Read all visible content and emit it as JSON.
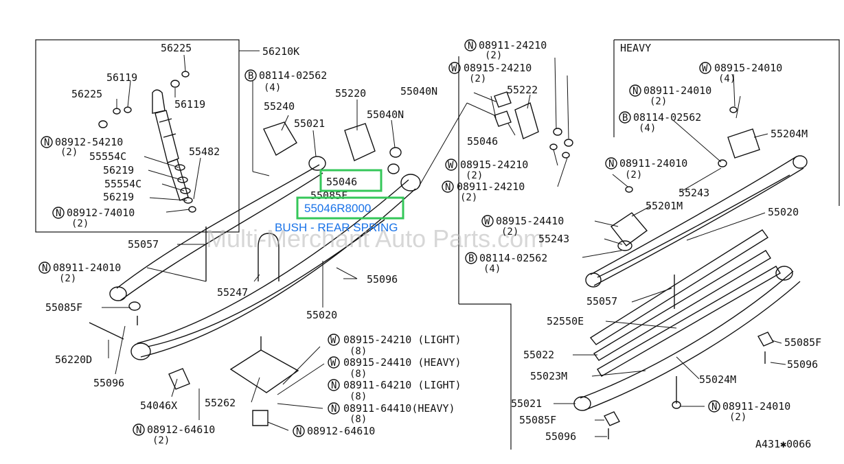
{
  "section_heavy_title": "HEAVY",
  "drawing_code": "A431✱0066",
  "watermark": "Multi-Merchant Auto Parts.com",
  "highlight": {
    "part_number": "55046R8000",
    "caption": "BUSH - REAR SPRING",
    "callout": "55046"
  },
  "labels": [
    "56225",
    "56210K",
    "56119",
    "56225",
    "56119",
    "08912-54210",
    "(2)",
    "55554C",
    "55482",
    "56219",
    "55554C",
    "56219",
    "08912-74010",
    "(2)",
    "55057",
    "08911-24010",
    "(2)",
    "55247",
    "55085F",
    "56220D",
    "55096",
    "54046X",
    "55262",
    "08912-64610",
    "(2)",
    "08912-64610",
    "08114-02562",
    "(4)",
    "55240",
    "55021",
    "55220",
    "55040N",
    "55085F",
    "55096",
    "55020",
    "08911-24210",
    "(2)",
    "08915-24210",
    "(2)",
    "55040N",
    "55222",
    "55046",
    "08915-24210",
    "(2)",
    "08911-24210",
    "(2)",
    "08915-24210 (LIGHT)",
    "(8)",
    "08915-24410 (HEAVY)",
    "(8)",
    "08911-64210 (LIGHT)",
    "(8)",
    "08911-64410(HEAVY)",
    "(8)",
    "08915-24010",
    "(4)",
    "08911-24010",
    "(2)",
    "08114-02562",
    "(4)",
    "55204M",
    "08911-24010",
    "(2)",
    "55243",
    "55201M",
    "55020",
    "08915-24410",
    "(2)",
    "55243",
    "08114-02562",
    "(4)",
    "55057",
    "52550E",
    "55022",
    "55023M",
    "55024M",
    "55021",
    "08911-24010",
    "(2)",
    "55085F",
    "55096",
    "55085F",
    "55096"
  ]
}
